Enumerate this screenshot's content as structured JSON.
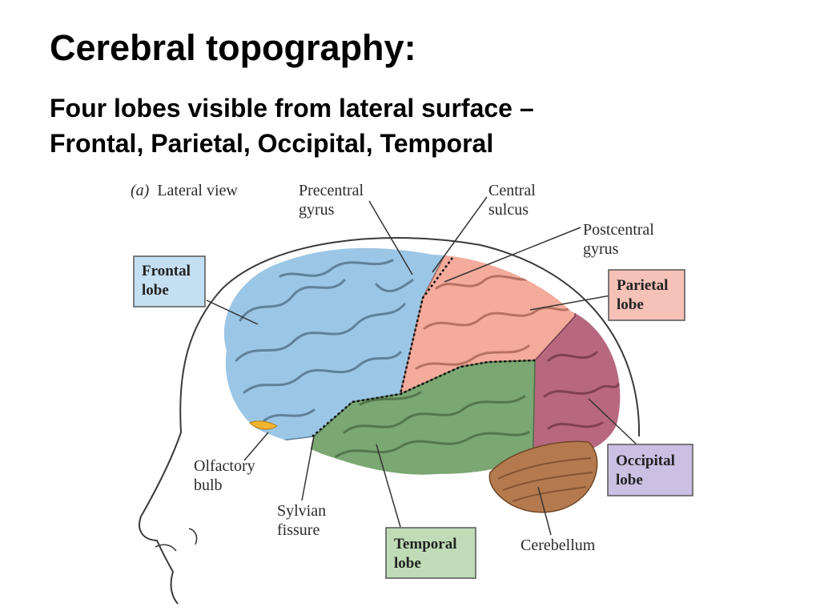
{
  "slide": {
    "title": "Cerebral topography:",
    "subtitle_lines": [
      "Four lobes visible from lateral surface –",
      "Frontal, Parietal, Occipital, Temporal"
    ]
  },
  "figure": {
    "panel_marker": "(a)",
    "panel_caption": "Lateral view",
    "labels": {
      "precentral_gyrus": [
        "Precentral",
        "gyrus"
      ],
      "central_sulcus": [
        "Central",
        "sulcus"
      ],
      "postcentral_gyrus": [
        "Postcentral",
        "gyrus"
      ],
      "olfactory_bulb": [
        "Olfactory",
        "bulb"
      ],
      "sylvian_fissure": [
        "Sylvian",
        "fissure"
      ],
      "cerebellum": [
        "Cerebellum"
      ]
    },
    "lobe_boxes": {
      "frontal": [
        "Frontal",
        "lobe"
      ],
      "parietal": [
        "Parietal",
        "lobe"
      ],
      "occipital": [
        "Occipital",
        "lobe"
      ],
      "temporal": [
        "Temporal",
        "lobe"
      ]
    },
    "colors": {
      "frontal": "#9cc6e6",
      "parietal": "#f4ab9c",
      "occipital": "#b7687e",
      "temporal": "#7ba772",
      "cerebellum": "#b47a4e",
      "olfactory": "#f2b530",
      "frontal_box": "#c5dff2",
      "parietal_box": "#f6c1b7",
      "occipital_box": "#cbbfe3",
      "temporal_box": "#bfdcb6"
    }
  }
}
